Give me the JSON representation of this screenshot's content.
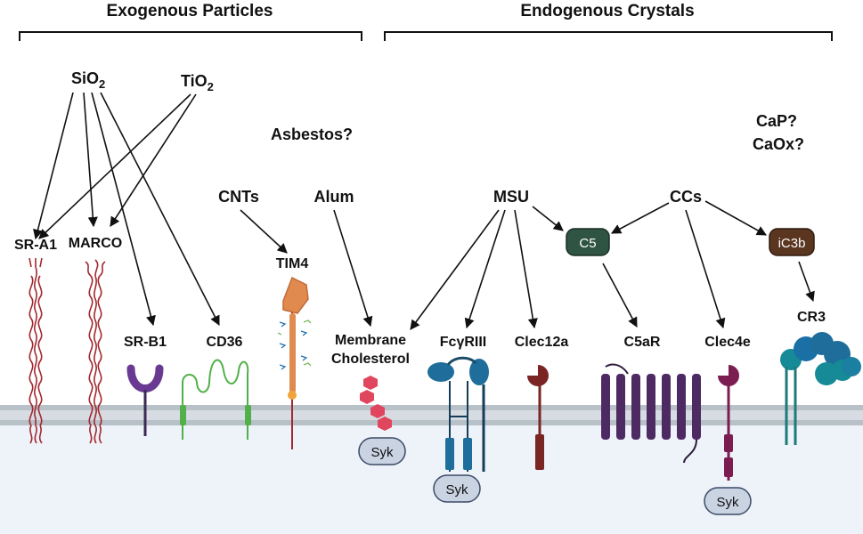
{
  "groups": {
    "exogenous": "Exogenous Particles",
    "endogenous": "Endogenous Crystals"
  },
  "agents": {
    "sio2_main": "SiO",
    "sio2_sub": "2",
    "tio2_main": "TiO",
    "tio2_sub": "2",
    "asbestos": "Asbestos?",
    "cnts": "CNTs",
    "alum": "Alum",
    "msu": "MSU",
    "ccs": "CCs",
    "cap": "CaP?",
    "caox": "CaOx?"
  },
  "complement": {
    "c5": "C5",
    "ic3b": "iC3b"
  },
  "receptors": {
    "sra1": "SR-A1",
    "marco": "MARCO",
    "srb1": "SR-B1",
    "cd36": "CD36",
    "tim4": "TIM4",
    "membrane_chol_1": "Membrane",
    "membrane_chol_2": "Cholesterol",
    "fcgr3": "FcγRIII",
    "clec12a": "Clec12a",
    "c5ar": "C5aR",
    "clec4e": "Clec4e",
    "cr3": "CR3"
  },
  "adaptors": {
    "syk_1": "Syk",
    "syk_2": "Syk",
    "syk_3": "Syk"
  },
  "colors": {
    "membrane": "#c3c9cf",
    "cytoplasm": "#eef3f9",
    "scavenger": "#a2292f",
    "srb1": "#6a3a93",
    "cd36": "#52b04a",
    "tim4_head": "#e18a4f",
    "cholesterol": "#e0475e",
    "fcgr": "#1f6d9a",
    "clec": "#7a2424",
    "c5ar": "#4e2a63",
    "clec4e": "#7b1d50",
    "cr3": "#168a96",
    "c5_pill": "#2f5443",
    "ic3b_pill": "#5a3520",
    "syk_pill": "#c9d3e2"
  }
}
